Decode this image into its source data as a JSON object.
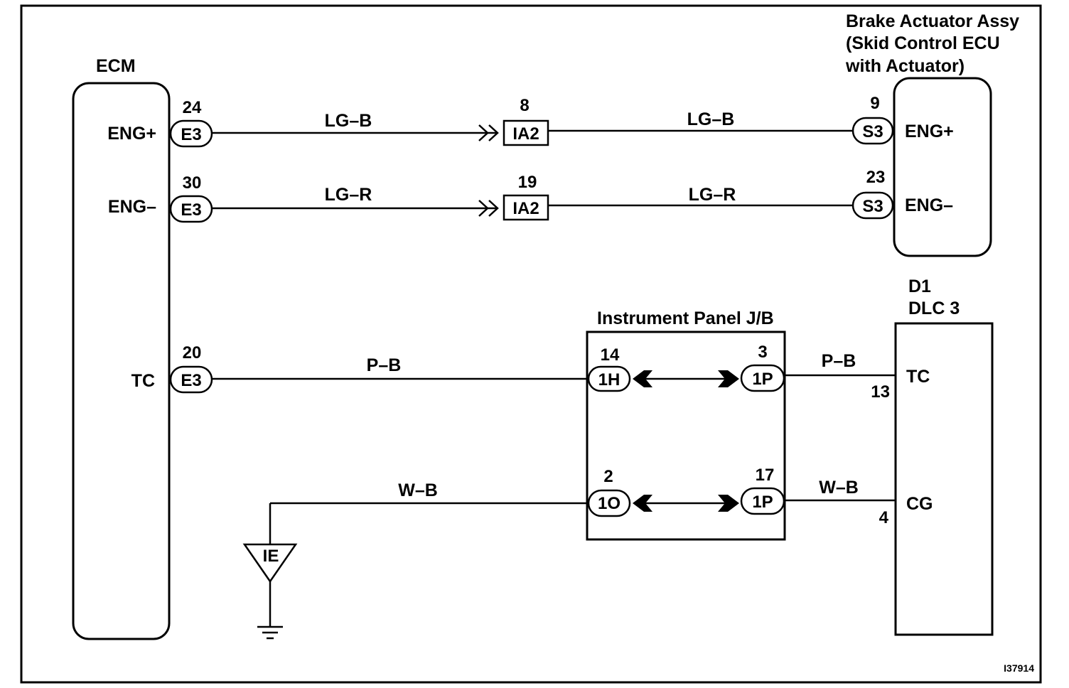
{
  "components": {
    "ecm": {
      "title": "ECM",
      "pins": {
        "eng_plus": "ENG+",
        "eng_minus": "ENG–",
        "tc": "TC"
      }
    },
    "brake_actuator": {
      "title_line1": "Brake Actuator Assy",
      "title_line2": "(Skid Control ECU",
      "title_line3": "with Actuator)",
      "pins": {
        "eng_plus": "ENG+",
        "eng_minus": "ENG–"
      }
    },
    "dlc3": {
      "title_line1": "D1",
      "title_line2": "DLC 3",
      "pins": {
        "tc": "TC",
        "cg": "CG"
      }
    },
    "jb": {
      "title": "Instrument Panel J/B"
    }
  },
  "connectors": {
    "ecm_eng_plus": {
      "code": "E3",
      "pin": "24"
    },
    "ecm_eng_minus": {
      "code": "E3",
      "pin": "30"
    },
    "ecm_tc": {
      "code": "E3",
      "pin": "20"
    },
    "ia2_top": {
      "code": "IA2",
      "pin": "8"
    },
    "ia2_bottom": {
      "code": "IA2",
      "pin": "19"
    },
    "bra_eng_plus": {
      "code": "S3",
      "pin": "9"
    },
    "bra_eng_minus": {
      "code": "S3",
      "pin": "23"
    },
    "jb_1h": {
      "code": "1H",
      "pin": "14"
    },
    "jb_1p_top": {
      "code": "1P",
      "pin": "3"
    },
    "jb_1o": {
      "code": "1O",
      "pin": "2"
    },
    "jb_1p_bottom": {
      "code": "1P",
      "pin": "17"
    },
    "dlc_tc": {
      "pin": "13"
    },
    "dlc_cg": {
      "pin": "4"
    },
    "ground": {
      "code": "IE"
    }
  },
  "wires": {
    "eng_plus_left": "LG–B",
    "eng_plus_right": "LG–B",
    "eng_minus_left": "LG–R",
    "eng_minus_right": "LG–R",
    "tc_left": "P–B",
    "tc_right": "P–B",
    "cg_left": "W–B",
    "cg_right": "W–B"
  },
  "figure_id": "I37914"
}
